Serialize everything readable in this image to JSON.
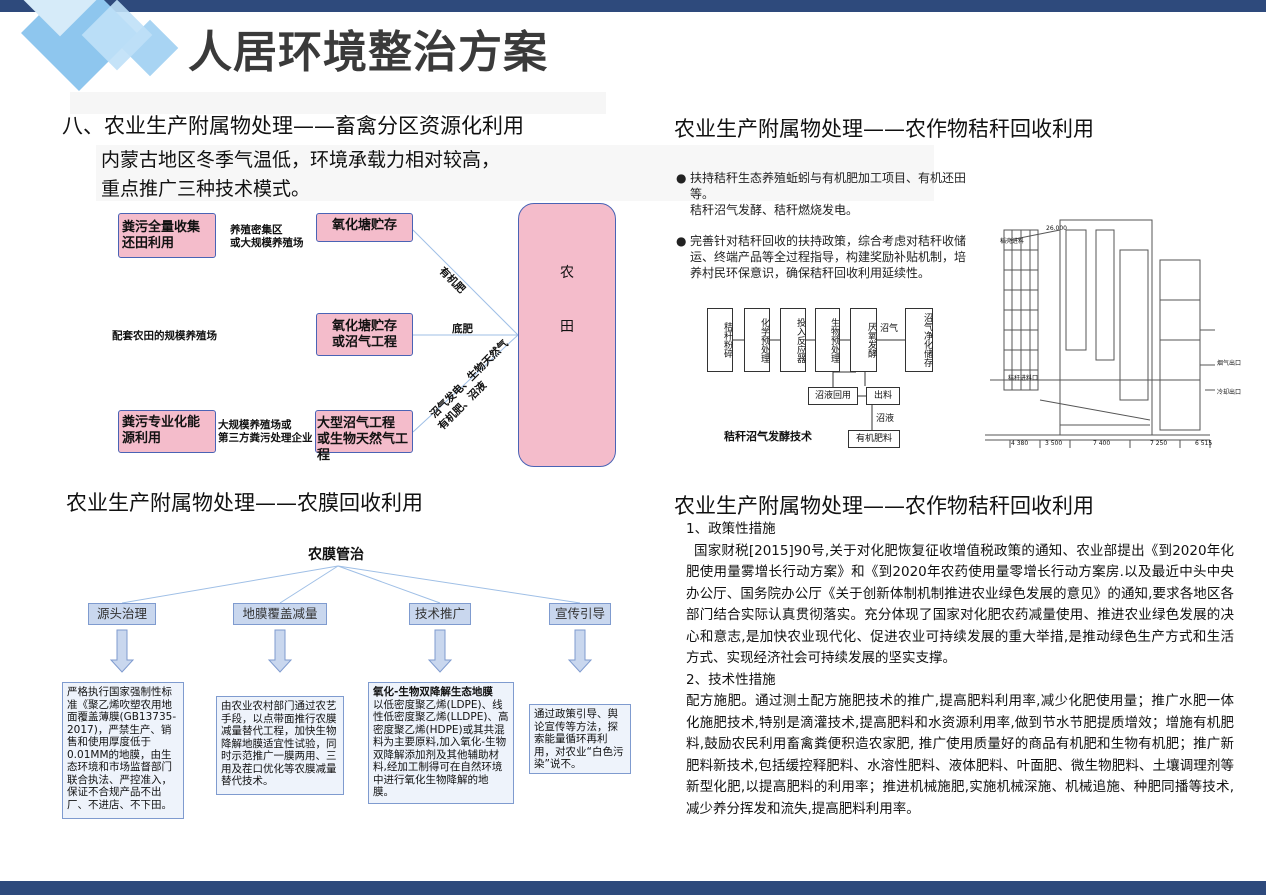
{
  "page_title": "人居环境整治方案",
  "section_livestock": {
    "heading": "八、农业生产附属物处理——畜禽分区资源化利用",
    "lead_line1": "内蒙古地区冬季气温低，环境承载力相对较高，",
    "lead_line2": "重点推广三种技术模式。",
    "box_full_collect": "粪污全量收集还田利用",
    "label_dense": "养殖密集区\n或大规模养殖场",
    "box_oxidation_pond": "氧化塘贮存",
    "label_matched": "配套农田的规模养殖场",
    "box_oxidation_biogas": "氧化塘贮存\n或沼气工程",
    "box_specialized": "粪污专业化能源利用",
    "label_thirdparty": "大规模养殖场或\n第三方粪污处理企业",
    "box_large_biogas": "大型沼气工程\n或生物天然气工程",
    "label_organic": "有机肥",
    "label_base": "底肥",
    "label_gas": "沼气发电、生物天然气",
    "label_gas2": "有机肥、沼液",
    "field_char1": "农",
    "field_char2": "田"
  },
  "section_straw1": {
    "heading": "农业生产附属物处理——农作物秸秆回收利用",
    "bullet1": "扶持秸秆生态养殖蚯蚓与有机肥加工项目、有机还田等。\n秸秆沼气发酵、秸秆燃烧发电。",
    "bullet2": "完善针对秸秆回收的扶持政策，综合考虑对秸秆收储运、终端产品等全过程指导，构建奖励补贴机制，培养村民环保意识，确保秸秆回收利用延续性。",
    "flow": {
      "step1": "秸秆粉碎",
      "step2": "化学预处理",
      "step3": "投入反应器",
      "step4": "生物预处理",
      "step5": "厌氧发酵",
      "step6": "沼气净化储存",
      "label_biogas": "沼气",
      "box_recycle": "沼液回用",
      "box_output": "出料",
      "label_slurry": "沼液",
      "box_fertilizer": "有机肥料",
      "caption": "秸秆沼气发酵技术"
    },
    "drawing": {
      "label_left": "稻壳进料",
      "label_elev": "26.000",
      "label_out1": "烟气出口",
      "label_out2": "冷却出口",
      "label_in": "秸秆进料口",
      "dims": [
        "4 380",
        "3 500",
        "7 400",
        "7 250",
        "6 515"
      ]
    }
  },
  "section_film": {
    "heading": "农业生产附属物处理——农膜回收利用",
    "root": "农膜管治",
    "categories": [
      "源头治理",
      "地膜覆盖减量",
      "技术推广",
      "宣传引导"
    ],
    "detail1": "严格执行国家强制性标准《聚乙烯吹塑农用地面覆盖薄膜(GB13735-2017)，严禁生产、销售和使用厚度低于0.01MM的地膜，由生态环境和市场监督部门联合执法、严控准入，保证不合规产品不出厂、不进店、不下田。",
    "detail2": "由农业农村部门通过农艺手段，以点带面推行农膜减量替代工程，加快生物降解地膜适宜性试验，同时示范推广一膜两用、三用及茬口优化等农膜减量替代技术。",
    "detail3_title": "氧化-生物双降解生态地膜",
    "detail3": "以低密度聚乙烯(LDPE)、线性低密度聚乙烯(LLDPE)、高密度聚乙烯(HDPE)或其共混料为主要原料,加入氧化-生物双降解添加剂及其他辅助材料,经加工制得可在自然环境中进行氧化生物降解的地膜。",
    "detail4": "通过政策引导、舆论宣传等方法，探索能量循环再利用，对农业“白色污染”说不。"
  },
  "section_straw2": {
    "heading": "农业生产附属物处理——农作物秸秆回收利用",
    "sub1": "1、政策性措施",
    "para1": "国家财税[2015]90号,关于对化肥恢复征收增值税政策的通知、农业部提出《到2020年化肥使用量雾增长行动方案》和《到2020年农药使用量零增长行动方案房.以及最近中头中央办公厅、国务院办公厅《关于创新体制机制推进农业绿色发展的意见》的通知,要求各地区各部门结合实际认真贯彻落实。充分体现了国家对化肥农药减量使用、推进农业绿色发展的决心和意志,是加快农业现代化、促进农业可持续发展的重大举措,是推动绿色生产方式和生活方式、实现经济社会可持续发展的坚实支撑。",
    "sub2": "2、技术性措施",
    "para2": "配方施肥。通过测土配方施肥技术的推广,提高肥料利用率,减少化肥使用量；推广水肥一体化施肥技术,特别是滴灌技术,提高肥料和水资源利用率,做到节水节肥提质增效；增施有机肥料,鼓励农民利用畜禽粪便积造农家肥, 推广使用质量好的商品有机肥和生物有机肥；推广新肥料新技术,包括缓控释肥料、水溶性肥料、液体肥料、叶面肥、微生物肥料、土壤调理剂等新型化肥,以提高肥料的利用率；推进机械施肥,实施机械深施、机械追施、种肥同播等技术,减少养分挥发和流失,提高肥料利用率。"
  },
  "colors": {
    "bar": "#2e4a7c",
    "pink": "#f4bccb",
    "box_border": "#4a63b5",
    "cat_fill": "#c9d7ee"
  }
}
